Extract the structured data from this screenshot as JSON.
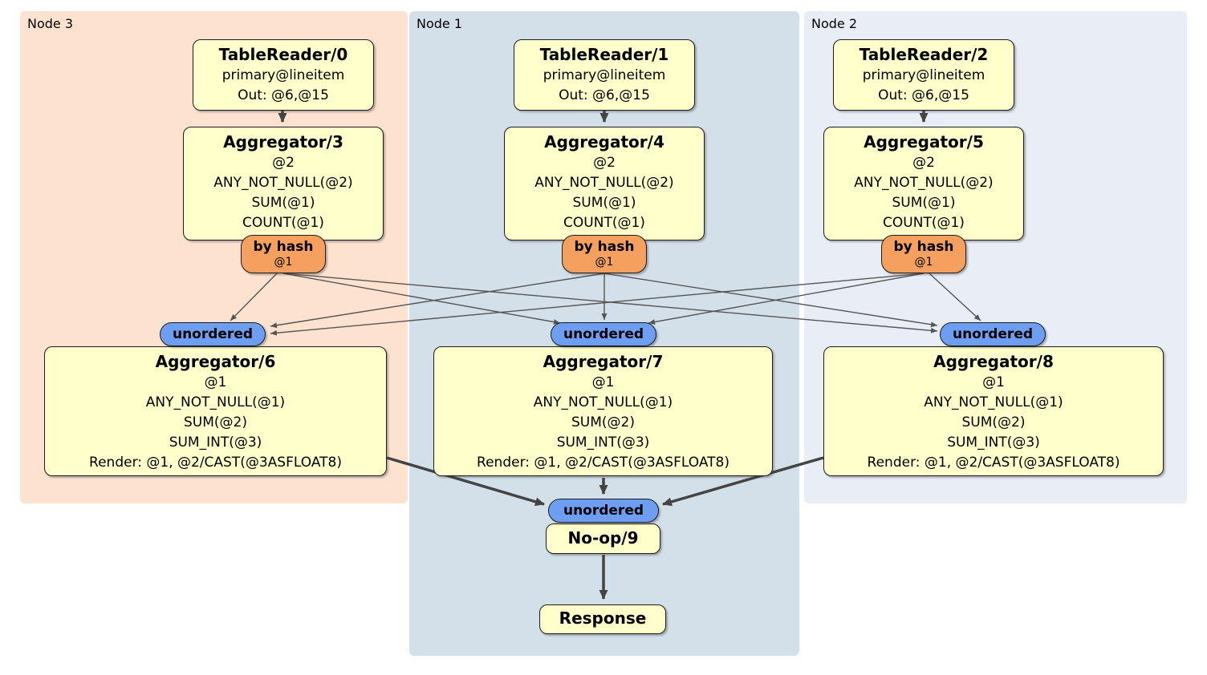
{
  "diagram": {
    "regions": [
      {
        "id": "node3",
        "label": "Node 3",
        "bg": "#fde2d0"
      },
      {
        "id": "node1",
        "label": "Node 1",
        "bg": "#d3e0ea"
      },
      {
        "id": "node2",
        "label": "Node 2",
        "bg": "#e9edf6"
      }
    ],
    "processors": {
      "tablereader0": {
        "title": "TableReader/0",
        "lines": [
          "primary@lineitem",
          "Out: @6,@15"
        ]
      },
      "tablereader1": {
        "title": "TableReader/1",
        "lines": [
          "primary@lineitem",
          "Out: @6,@15"
        ]
      },
      "tablereader2": {
        "title": "TableReader/2",
        "lines": [
          "primary@lineitem",
          "Out: @6,@15"
        ]
      },
      "aggregator3": {
        "title": "Aggregator/3",
        "lines": [
          "@2",
          "ANY_NOT_NULL(@2)",
          "SUM(@1)",
          "COUNT(@1)"
        ]
      },
      "aggregator4": {
        "title": "Aggregator/4",
        "lines": [
          "@2",
          "ANY_NOT_NULL(@2)",
          "SUM(@1)",
          "COUNT(@1)"
        ]
      },
      "aggregator5": {
        "title": "Aggregator/5",
        "lines": [
          "@2",
          "ANY_NOT_NULL(@2)",
          "SUM(@1)",
          "COUNT(@1)"
        ]
      },
      "aggregator6": {
        "title": "Aggregator/6",
        "lines": [
          "@1",
          "ANY_NOT_NULL(@1)",
          "SUM(@2)",
          "SUM_INT(@3)",
          "Render: @1, @2/CAST(@3ASFLOAT8)"
        ]
      },
      "aggregator7": {
        "title": "Aggregator/7",
        "lines": [
          "@1",
          "ANY_NOT_NULL(@1)",
          "SUM(@2)",
          "SUM_INT(@3)",
          "Render: @1, @2/CAST(@3ASFLOAT8)"
        ]
      },
      "aggregator8": {
        "title": "Aggregator/8",
        "lines": [
          "@1",
          "ANY_NOT_NULL(@1)",
          "SUM(@2)",
          "SUM_INT(@3)",
          "Render: @1, @2/CAST(@3ASFLOAT8)"
        ]
      },
      "noop9": {
        "title": "No-op/9"
      },
      "response": {
        "title": "Response"
      }
    },
    "router": {
      "label": "by hash",
      "detail": "@1"
    },
    "synchronizer": {
      "label": "unordered"
    },
    "colors": {
      "node3_bg": "#fde2d0",
      "node1_bg": "#d3e0ea",
      "node2_bg": "#e9edf6",
      "processor_bg": "#ffffcc",
      "router_bg": "#f5a05f",
      "sync_bg": "#6d9ef1",
      "edge_thin": "#555555",
      "edge_thick": "#444444"
    }
  }
}
